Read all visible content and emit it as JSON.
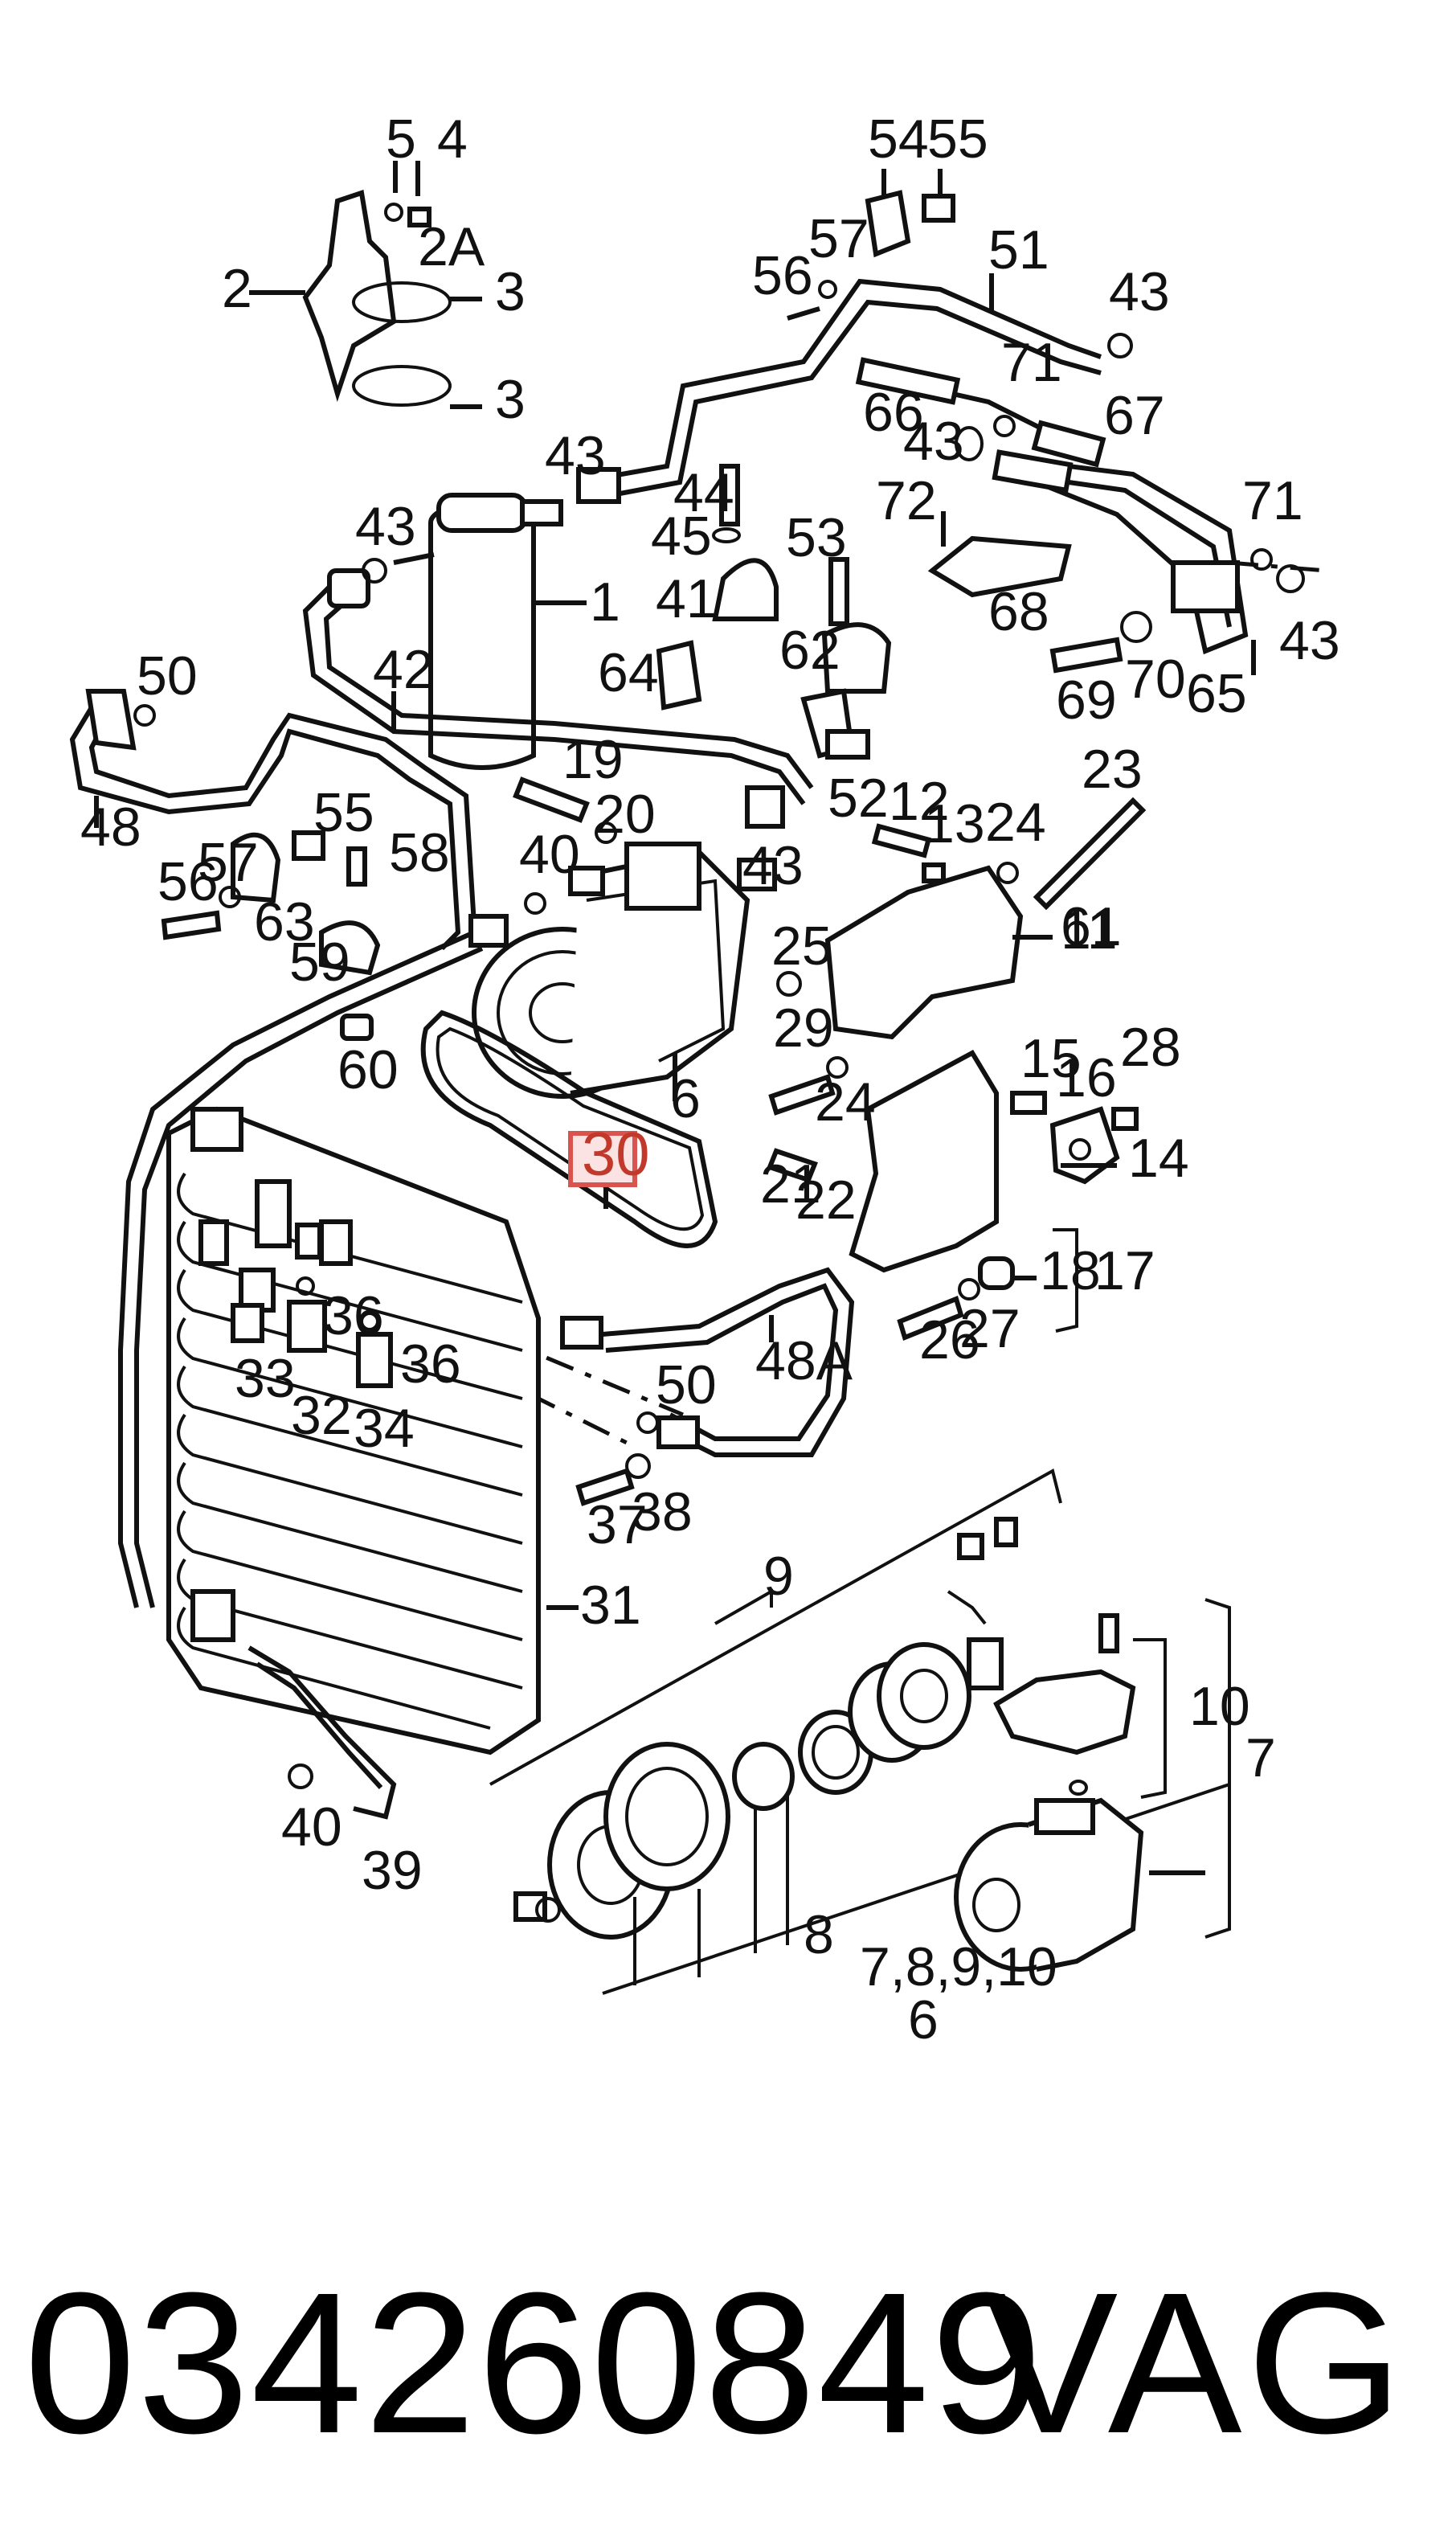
{
  "diagram": {
    "highlighted_part": "30",
    "callouts": [
      "1",
      "2",
      "2A",
      "3",
      "3",
      "4",
      "5",
      "6",
      "6",
      "7",
      "7,8,9,10",
      "8",
      "9",
      "10",
      "11",
      "12",
      "13",
      "14",
      "15",
      "16",
      "17",
      "18",
      "19",
      "20",
      "21",
      "22",
      "23",
      "24",
      "24",
      "25",
      "26",
      "27",
      "28",
      "29",
      "31",
      "32",
      "33",
      "34",
      "36",
      "36",
      "37",
      "38",
      "39",
      "40",
      "40",
      "41",
      "42",
      "43",
      "43",
      "43",
      "43",
      "43",
      "43",
      "44",
      "45",
      "48",
      "48A",
      "50",
      "50",
      "51",
      "52",
      "53",
      "54",
      "55",
      "55",
      "56",
      "56",
      "57",
      "57",
      "58",
      "59",
      "60",
      "61",
      "62",
      "63",
      "64",
      "65",
      "66",
      "67",
      "68",
      "69",
      "70",
      "71",
      "71",
      "72"
    ]
  },
  "footer": {
    "part_number": "034260849",
    "brand": "VAG"
  }
}
